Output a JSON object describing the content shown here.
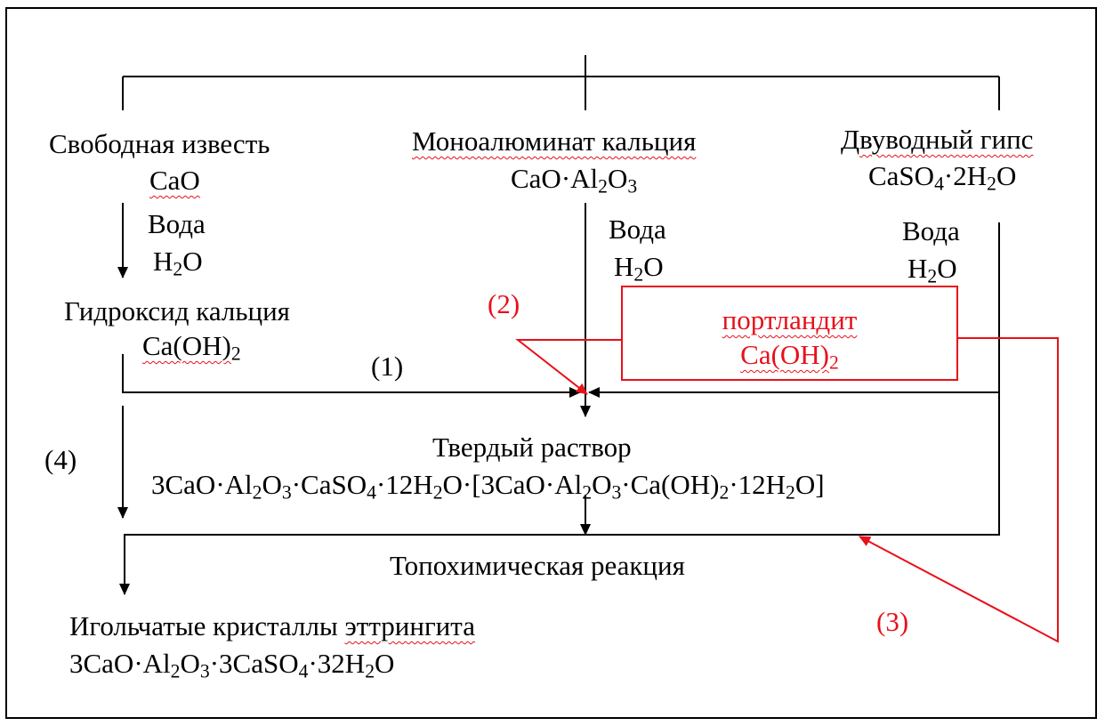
{
  "reactants": {
    "lime_name": "Свободная известь",
    "lime_formula": "CaO",
    "aluminate_name": "Моноалюминат кальция",
    "aluminate_formula": [
      "CaO·Al",
      "2",
      "O",
      "3"
    ],
    "gypsum_name": "Двуводный гипс",
    "gypsum_formula": [
      "CaSO",
      "4",
      "·2H",
      "2",
      "O"
    ]
  },
  "water": {
    "label": "Вода",
    "formula": [
      "H",
      "2",
      "O"
    ]
  },
  "hydroxide": {
    "name": "Гидроксид кальция",
    "formula": [
      "Ca(OH)",
      "2"
    ]
  },
  "portlandite": {
    "name": "портландит",
    "formula": [
      "Ca(OH)",
      "2"
    ]
  },
  "step_labels": {
    "s1": "(1)",
    "s2": "(2)",
    "s3": "(3)",
    "s4": "(4)"
  },
  "solid_solution": {
    "name": "Твердый раствор",
    "formula": [
      "3CaO·Al",
      "2",
      "O",
      "3",
      "·CaSO",
      "4",
      "·12H",
      "2",
      "O·[3CaO·Al",
      "2",
      "O",
      "3",
      "·Ca(OH)",
      "2",
      "·12H",
      "2",
      "O]"
    ]
  },
  "topochemical": "Топохимическая реакция",
  "ettringite": {
    "name_prefix": "Игольчатые кристаллы ",
    "name_word": "эттрингита",
    "formula": [
      "3CaO·Al",
      "2",
      "O",
      "3",
      "·3CaSO",
      "4",
      "·32H",
      "2",
      "O"
    ]
  },
  "colors": {
    "line": "#000000",
    "highlight": "#e8101a"
  }
}
